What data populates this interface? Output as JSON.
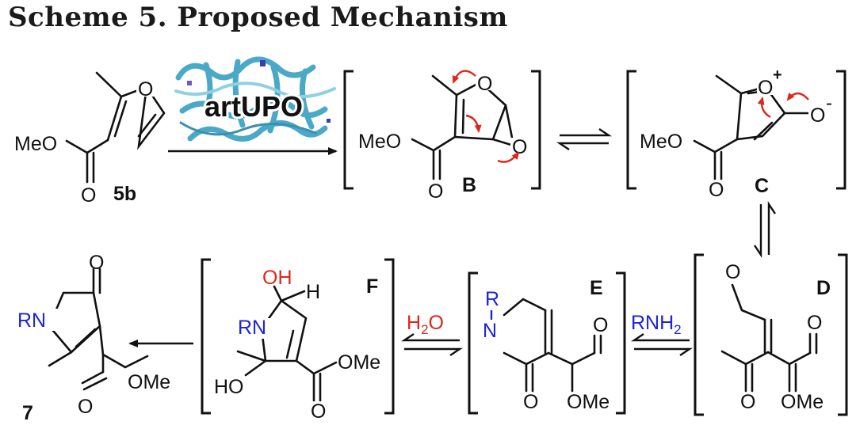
{
  "title": "Scheme 5. Proposed Mechanism",
  "enzyme": {
    "label": "artUPO"
  },
  "compounds": {
    "c5b": {
      "id": "5b",
      "ester": "MeO"
    },
    "B": {
      "id": "B",
      "ester": "MeO",
      "o1": "O",
      "o2": "O",
      "o3": "O"
    },
    "C": {
      "id": "C",
      "ester": "MeO",
      "o_ring": "O",
      "plus": "+",
      "o_minus": "O",
      "minus": "-",
      "o3": "O"
    },
    "D": {
      "id": "D",
      "ald": "O",
      "ketone": "O",
      "ester_o": "O",
      "ome": "OMe"
    },
    "E": {
      "id": "E",
      "r": "R",
      "n": "N",
      "ketone": "O",
      "ester_o": "O",
      "ome": "OMe"
    },
    "F": {
      "id": "F",
      "oh": "OH",
      "h": "H",
      "rn": "RN",
      "ho": "HO",
      "ester_o": "O",
      "ome": "OMe"
    },
    "c7": {
      "id": "7",
      "rn": "RN",
      "o_lactam": "O",
      "ester_o": "O",
      "ome": "OMe"
    }
  },
  "reagents": {
    "water": "H2O",
    "amine": "RNH2"
  },
  "colors": {
    "text": "#111111",
    "heteroatom_red": "#e0261b",
    "amine_blue": "#1d25d6",
    "protein": "#4ba9c8"
  }
}
